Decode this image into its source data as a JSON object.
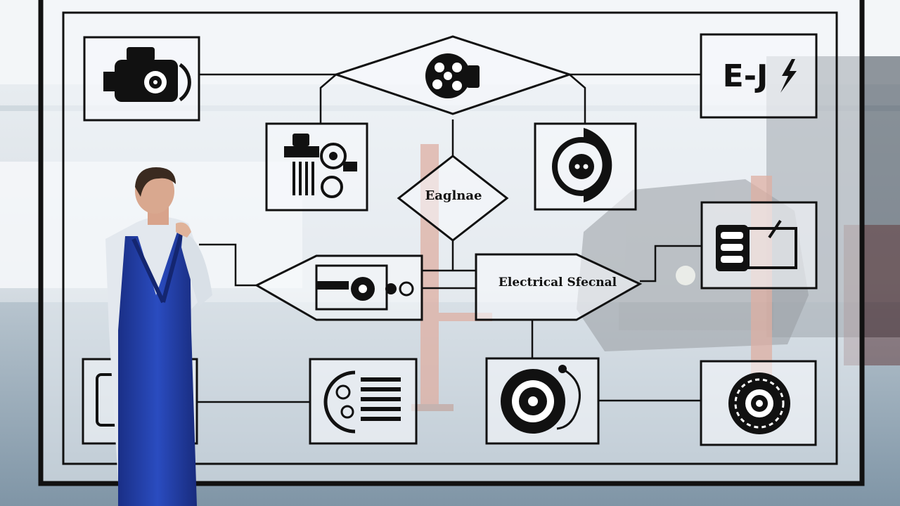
{
  "diagram": {
    "center_node": {
      "label": "Eaglnae"
    },
    "hub_node": {
      "label": "Electrical Sfecnal"
    },
    "top_right_box": {
      "text": "E-J"
    }
  },
  "colors": {
    "line": "#111111",
    "board_glass": "#eef3f6",
    "overall_blue": "#1f3fa3",
    "shirt": "#e3e8ee",
    "lift_orange": "#c65a3a",
    "floor": "#8fa2b1"
  }
}
